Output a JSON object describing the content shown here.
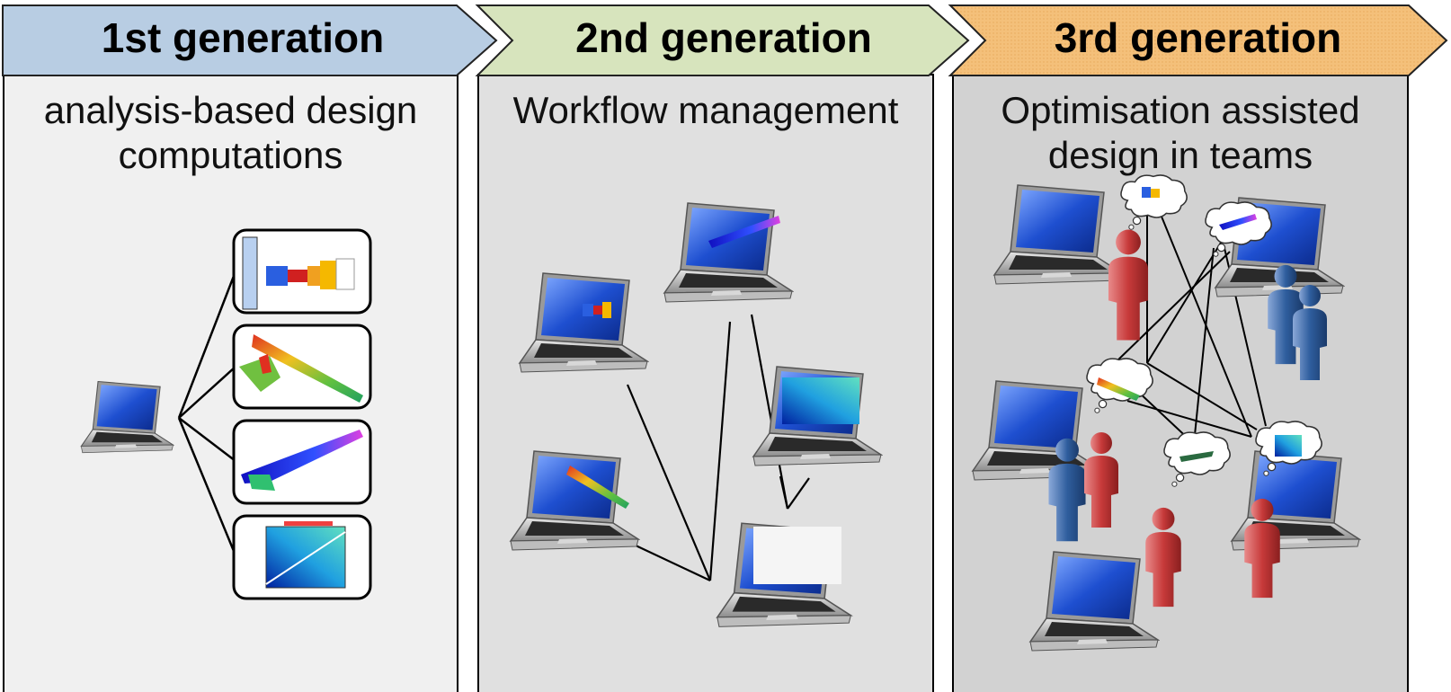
{
  "generations": [
    {
      "header": "1st generation",
      "title": "analysis-based design computations",
      "color": "#b8cde3"
    },
    {
      "header": "2nd generation",
      "title": "Workflow management",
      "color": "#d7e4bd"
    },
    {
      "header": "3rd generation",
      "title": "Optimisation assisted design in teams",
      "color": "#f4c07a"
    }
  ],
  "icons": {
    "laptop": "laptop-icon",
    "person_red": "person-red-icon",
    "person_blue": "person-blue-icon",
    "thought": "thought-bubble-icon"
  }
}
